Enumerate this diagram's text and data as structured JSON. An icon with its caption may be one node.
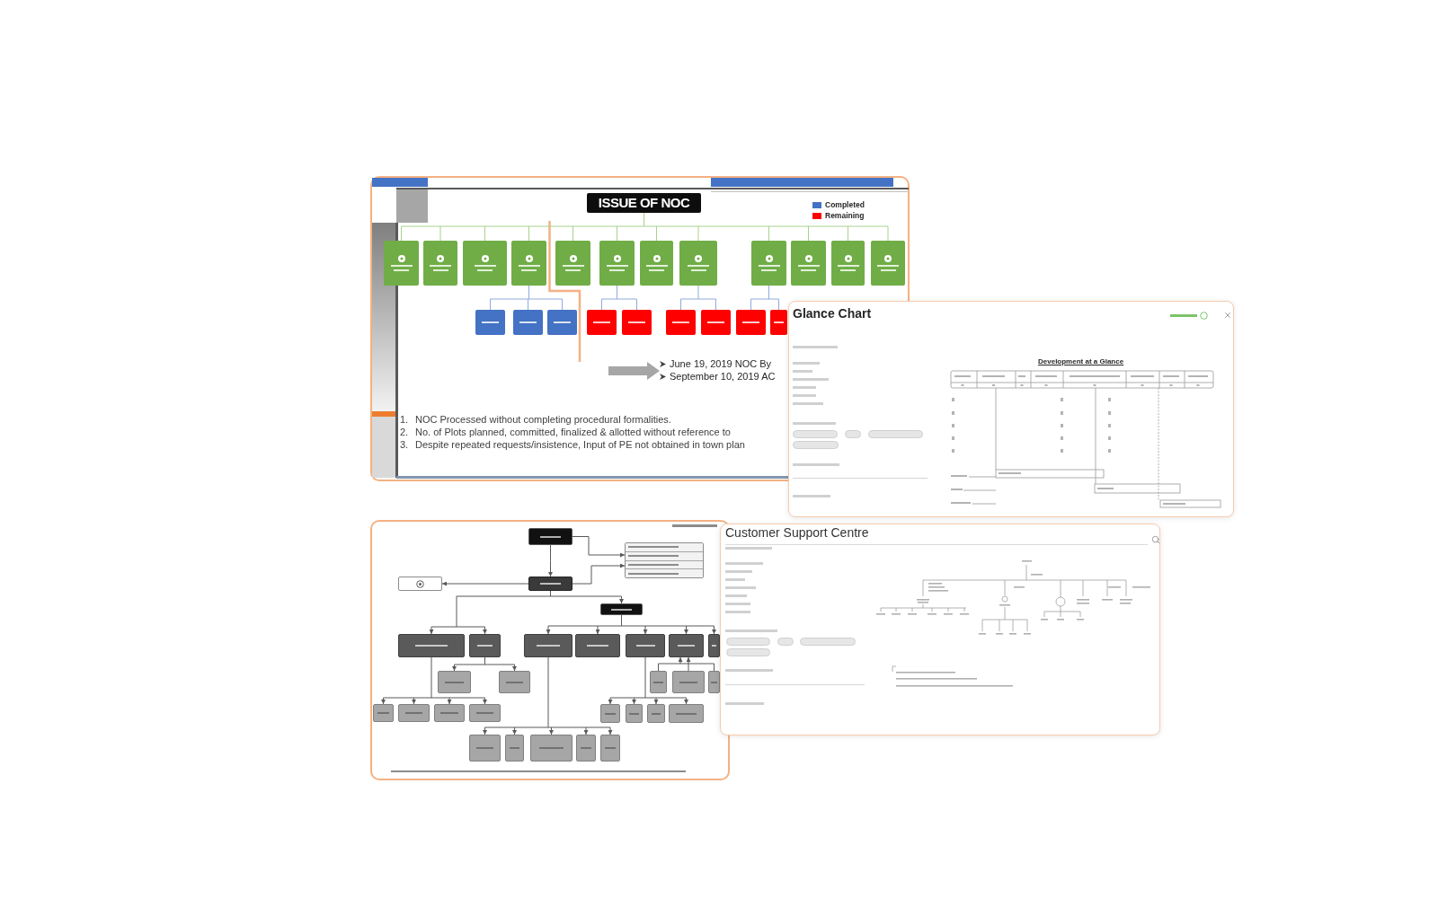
{
  "diagram": {
    "nodes": [
      {
        "text": [
          "ISSUE OF NOC"
        ]
      },
      {
        "text": [],
        "shape": "box"
      },
      {
        "text": [],
        "shape": "box"
      },
      {
        "text": [],
        "shape": "box"
      },
      {
        "text": [],
        "shape": "box"
      },
      {
        "text": [],
        "shape": "box"
      },
      {
        "text": [],
        "shape": "box"
      },
      {
        "text": [],
        "shape": "box"
      },
      {
        "text": [],
        "shape": "box"
      },
      {
        "text": [],
        "shape": "box"
      },
      {
        "text": [],
        "shape": "box"
      },
      {
        "text": [],
        "shape": "box"
      },
      {
        "text": [],
        "shape": "box"
      },
      {
        "text": [],
        "shape": "box"
      },
      {
        "text": [],
        "shape": "box"
      },
      {
        "text": [],
        "shape": "box"
      },
      {
        "text": [],
        "shape": "box"
      },
      {
        "text": [],
        "shape": "box"
      },
      {
        "text": [],
        "shape": "box"
      },
      {
        "text": [],
        "shape": "box"
      },
      {
        "text": [],
        "shape": "box"
      },
      {
        "text": [],
        "shape": "box"
      },
      {
        "text": [],
        "shape": "box"
      },
      {
        "text": [],
        "shape": "box"
      },
      {
        "text": [],
        "shape": "box"
      },
      {
        "text": [],
        "shape": "box"
      },
      {
        "text": [],
        "shape": "box"
      },
      {
        "text": [],
        "shape": "box"
      },
      {
        "text": [],
        "shape": "box"
      },
      {
        "text": [],
        "shape": "box"
      },
      {
        "text": [],
        "shape": "box"
      },
      {
        "text": [],
        "shape": "box"
      },
      {
        "text": [],
        "shape": "box"
      },
      {
        "text": [],
        "shape": "box"
      },
      {
        "text": [],
        "shape": "box"
      },
      {
        "text": [],
        "shape": "box"
      },
      {
        "text": [],
        "shape": "box"
      },
      {
        "text": [],
        "shape": "box"
      },
      {
        "text": [],
        "shape": "box"
      },
      {
        "text": [],
        "shape": "box"
      },
      {
        "text": [],
        "shape": "box"
      },
      {
        "text": [],
        "shape": "box"
      },
      {
        "text": [],
        "shape": "box"
      },
      {
        "text": [],
        "shape": "box"
      },
      {
        "text": [],
        "shape": "box"
      },
      {
        "text": [],
        "shape": "box"
      },
      {
        "text": [],
        "shape": "box"
      },
      {
        "text": [],
        "shape": "box"
      },
      {
        "text": [],
        "shape": "box"
      },
      {
        "text": [],
        "shape": "box"
      },
      {
        "text": [],
        "shape": "box"
      },
      {
        "text": [],
        "shape": "box"
      },
      {
        "text": [
          "June 19, 2019 NOC By",
          "September 10, 2019 AC"
        ]
      }
    ],
    "edges": [
      {
        "from": 0,
        "to": 1,
        "arrow": "none",
        "color": "#a9d18e"
      },
      {
        "from": 0,
        "to": 2,
        "arrow": "none",
        "color": "#a9d18e"
      },
      {
        "from": 0,
        "to": 3,
        "arrow": "none",
        "color": "#a9d18e"
      },
      {
        "from": 0,
        "to": 4,
        "arrow": "none",
        "color": "#a9d18e"
      },
      {
        "from": 0,
        "to": 5,
        "arrow": "none",
        "color": "#a9d18e"
      },
      {
        "from": 0,
        "to": 6,
        "arrow": "none",
        "color": "#a9d18e"
      },
      {
        "from": 0,
        "to": 7,
        "arrow": "none",
        "color": "#a9d18e"
      },
      {
        "from": 0,
        "to": 8,
        "arrow": "none",
        "color": "#a9d18e"
      },
      {
        "from": 0,
        "to": 9,
        "arrow": "none",
        "color": "#a9d18e"
      },
      {
        "from": 0,
        "to": 10,
        "arrow": "none",
        "color": "#a9d18e"
      },
      {
        "from": 0,
        "to": 11,
        "arrow": "none",
        "color": "#a9d18e"
      },
      {
        "from": 0,
        "to": 12,
        "arrow": "none",
        "color": "#a9d18e"
      },
      {
        "from": 4,
        "to": 13,
        "arrow": "none",
        "color": "#8faadc"
      },
      {
        "from": 4,
        "to": 14,
        "arrow": "none",
        "color": "#8faadc"
      },
      {
        "from": 4,
        "to": 15,
        "arrow": "none",
        "color": "#8faadc"
      },
      {
        "from": 6,
        "to": 16,
        "arrow": "none",
        "color": "#8faadc"
      },
      {
        "from": 6,
        "to": 17,
        "arrow": "none",
        "color": "#8faadc"
      },
      {
        "from": 8,
        "to": 18,
        "arrow": "none",
        "color": "#8faadc"
      },
      {
        "from": 8,
        "to": 19,
        "arrow": "none",
        "color": "#8faadc"
      },
      {
        "from": 9,
        "to": 20,
        "arrow": "none",
        "color": "#8faadc"
      },
      {
        "from": 9,
        "to": 21,
        "arrow": "none",
        "color": "#8faadc"
      },
      {
        "from": 22,
        "to": 23,
        "arrow": "to"
      },
      {
        "from": 22,
        "to": 24,
        "arrow": "to"
      },
      {
        "from": 23,
        "to": 24,
        "arrow": "to"
      },
      {
        "from": 23,
        "to": 25,
        "arrow": "to"
      },
      {
        "from": 23,
        "to": 26,
        "arrow": "to"
      },
      {
        "from": 23,
        "to": 27,
        "arrow": "to"
      },
      {
        "from": 23,
        "to": 28,
        "arrow": "to"
      },
      {
        "from": 26,
        "to": 29,
        "arrow": "to"
      },
      {
        "from": 26,
        "to": 30,
        "arrow": "to"
      },
      {
        "from": 26,
        "to": 31,
        "arrow": "to"
      },
      {
        "from": 26,
        "to": 32,
        "arrow": "to"
      },
      {
        "from": 26,
        "to": 33,
        "arrow": "to"
      },
      {
        "from": 27,
        "to": 34,
        "arrow": "to"
      },
      {
        "from": 27,
        "to": 35,
        "arrow": "to"
      },
      {
        "from": 27,
        "to": 36,
        "arrow": "to"
      },
      {
        "from": 27,
        "to": 37,
        "arrow": "to"
      },
      {
        "from": 28,
        "to": 38,
        "arrow": "to"
      },
      {
        "from": 28,
        "to": 39,
        "arrow": "to"
      },
      {
        "from": 29,
        "to": 40,
        "arrow": "to"
      },
      {
        "from": 29,
        "to": 41,
        "arrow": "to"
      },
      {
        "from": 29,
        "to": 42,
        "arrow": "to"
      },
      {
        "from": 29,
        "to": 43,
        "arrow": "to"
      },
      {
        "from": 29,
        "to": 44,
        "arrow": "to"
      },
      {
        "from": 31,
        "to": 45,
        "arrow": "to"
      },
      {
        "from": 31,
        "to": 46,
        "arrow": "to"
      },
      {
        "from": 31,
        "to": 47,
        "arrow": "to"
      },
      {
        "from": 31,
        "to": 48,
        "arrow": "to"
      },
      {
        "from": 49,
        "to": 32,
        "arrow": "to"
      },
      {
        "from": 50,
        "to": 32,
        "arrow": "to"
      },
      {
        "from": 51,
        "to": 32,
        "arrow": "to"
      },
      {
        "from": null,
        "to": 52,
        "arrow": "to",
        "style": "thick",
        "color": "#a6a6a6"
      }
    ],
    "labels": [
      "1.",
      "NOC Processed without completing procedural formalities.",
      "2.",
      "No. of Plots planned, committed, finalized & allotted without reference to",
      "3.",
      "Despite repeated requests/insistence, Input of PE not obtained in town plan",
      "Glance Chart",
      "Development at a Glance",
      "Customer Support Centre"
    ],
    "legend": [
      {
        "text": "Completed",
        "color": "#4472c4"
      },
      {
        "text": "Remaining",
        "color": "#ff0000"
      }
    ]
  }
}
